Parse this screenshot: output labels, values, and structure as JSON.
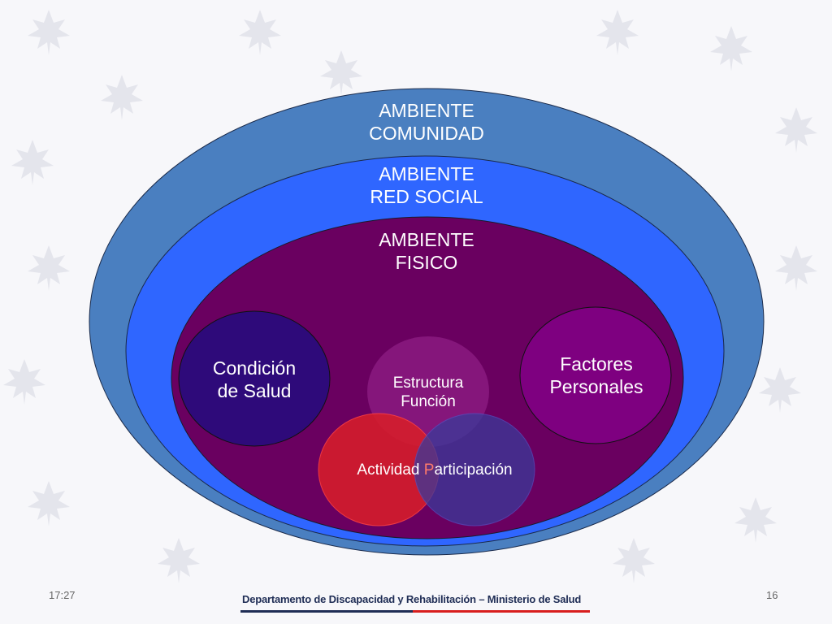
{
  "diagram": {
    "community": {
      "line1": "AMBIENTE",
      "line2": "COMUNIDAD",
      "color": "#4a7fc0"
    },
    "social": {
      "line1": "AMBIENTE",
      "line2": "RED SOCIAL",
      "color": "#2f66ff"
    },
    "physical": {
      "line1": "AMBIENTE",
      "line2": "FISICO",
      "color": "#6a0060"
    },
    "health": {
      "line1": "Condición",
      "line2": "de Salud",
      "color": "#2e0a7a"
    },
    "personal": {
      "line1": "Factores",
      "line2": "Personales",
      "color": "#7e0080"
    },
    "structure": {
      "line1": "Estructura",
      "line2": "Función",
      "color": "#8a1a80"
    },
    "activity": {
      "label_a": "Actividad ",
      "label_p": "P",
      "color": "#d81d2a"
    },
    "participation": {
      "label": "articipación",
      "color": "#3a3a9a"
    }
  },
  "footer": {
    "time": "17:27",
    "department": "Departamento de Discapacidad y Rehabilitación – Ministerio de Salud",
    "page_number": "16"
  }
}
